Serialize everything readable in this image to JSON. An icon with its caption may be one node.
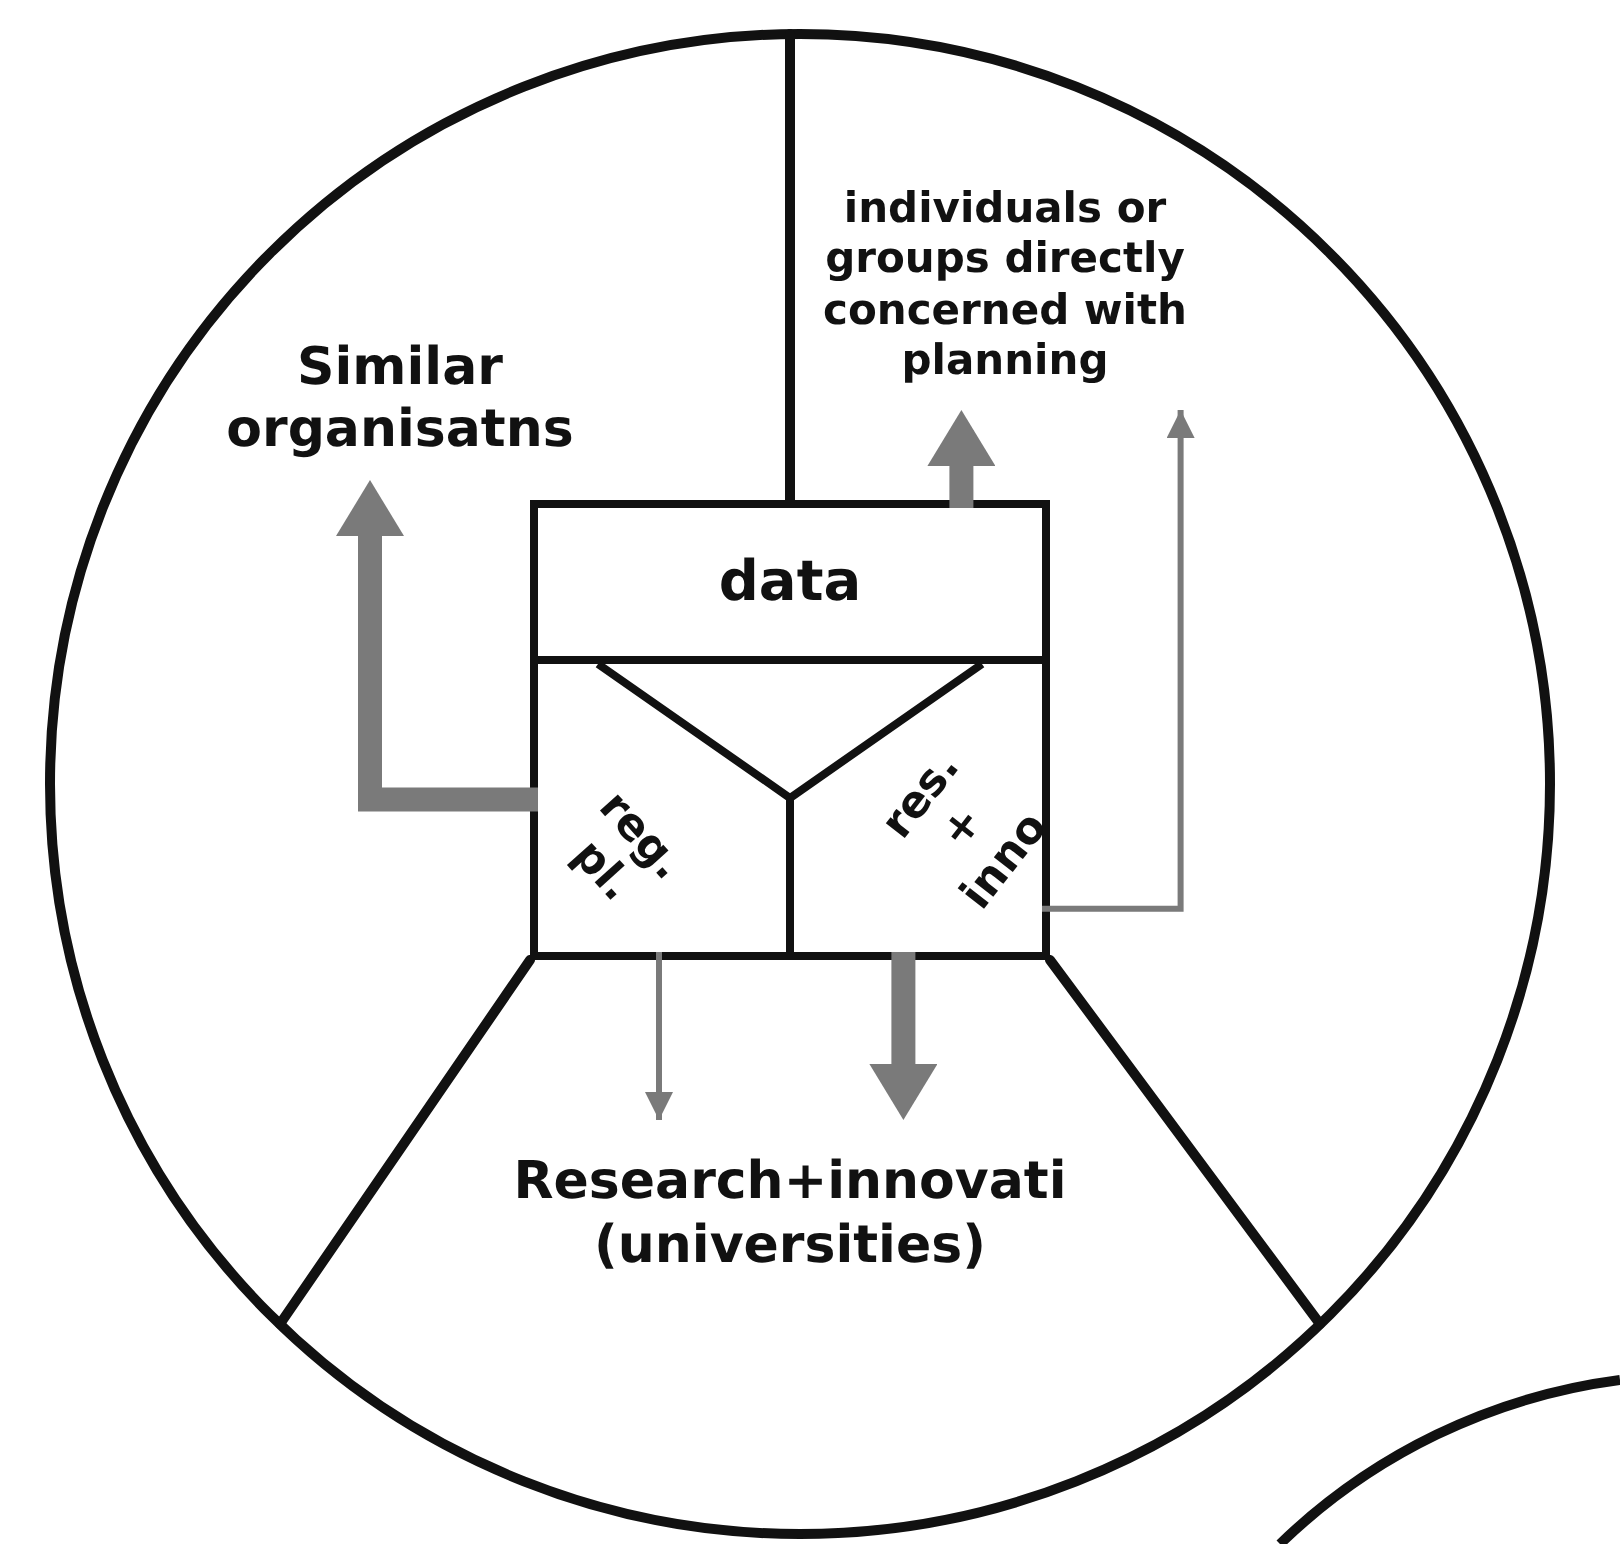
{
  "diagram": {
    "nodes": [
      {
        "text": [
          "Similar organisatns"
        ]
      },
      {
        "text": [
          "individuals or groups directly concerned with planning"
        ]
      },
      {
        "text": [
          "Research+innovati (universities)"
        ]
      },
      {
        "text": [],
        "shape": "box"
      },
      {
        "text": [
          "data"
        ],
        "in": 3
      },
      {
        "text": [
          "reg. pl."
        ],
        "in": 3
      },
      {
        "text": [
          "res. + inno"
        ],
        "in": 3
      }
    ],
    "edges": [
      {
        "from": 4,
        "to": 1,
        "arrow": "to"
      },
      {
        "from": 5,
        "to": 0,
        "arrow": "to"
      },
      {
        "from": 5,
        "to": 2,
        "arrow": "to"
      },
      {
        "from": 6,
        "to": 2,
        "arrow": "to"
      },
      {
        "from": 6,
        "to": 1,
        "arrow": "to"
      }
    ]
  }
}
